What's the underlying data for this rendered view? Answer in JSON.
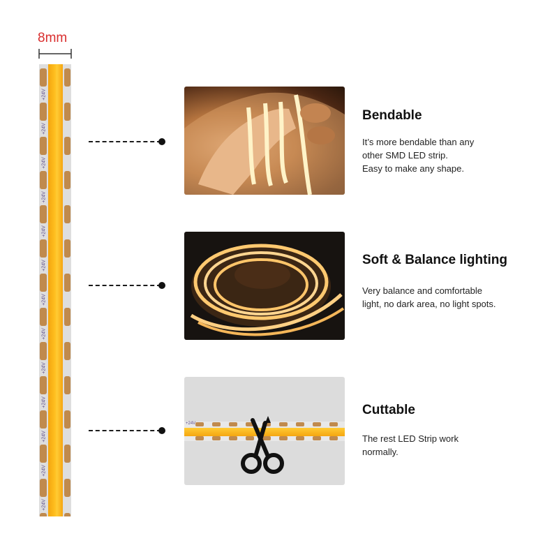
{
  "width_label": "8mm",
  "strip": {
    "voltage_label": "+24V",
    "colors": {
      "led": "#ffbf1f",
      "pad": "#c08a4d",
      "base": "#dedede"
    }
  },
  "features": [
    {
      "title": "Bendable",
      "lines": [
        "It’s more bendable than any",
        "other SMD LED strip.",
        "Easy to make any shape."
      ]
    },
    {
      "title": "Soft & Balance lighting",
      "lines": [
        "Very balance and comfortable",
        "light, no dark area, no light spots."
      ]
    },
    {
      "title": "Cuttable",
      "lines": [
        "The rest LED Strip work",
        "normally."
      ]
    }
  ],
  "cut_strip_label": "+24V",
  "icons": [
    "scissors-icon",
    "cut-marker-icon"
  ]
}
